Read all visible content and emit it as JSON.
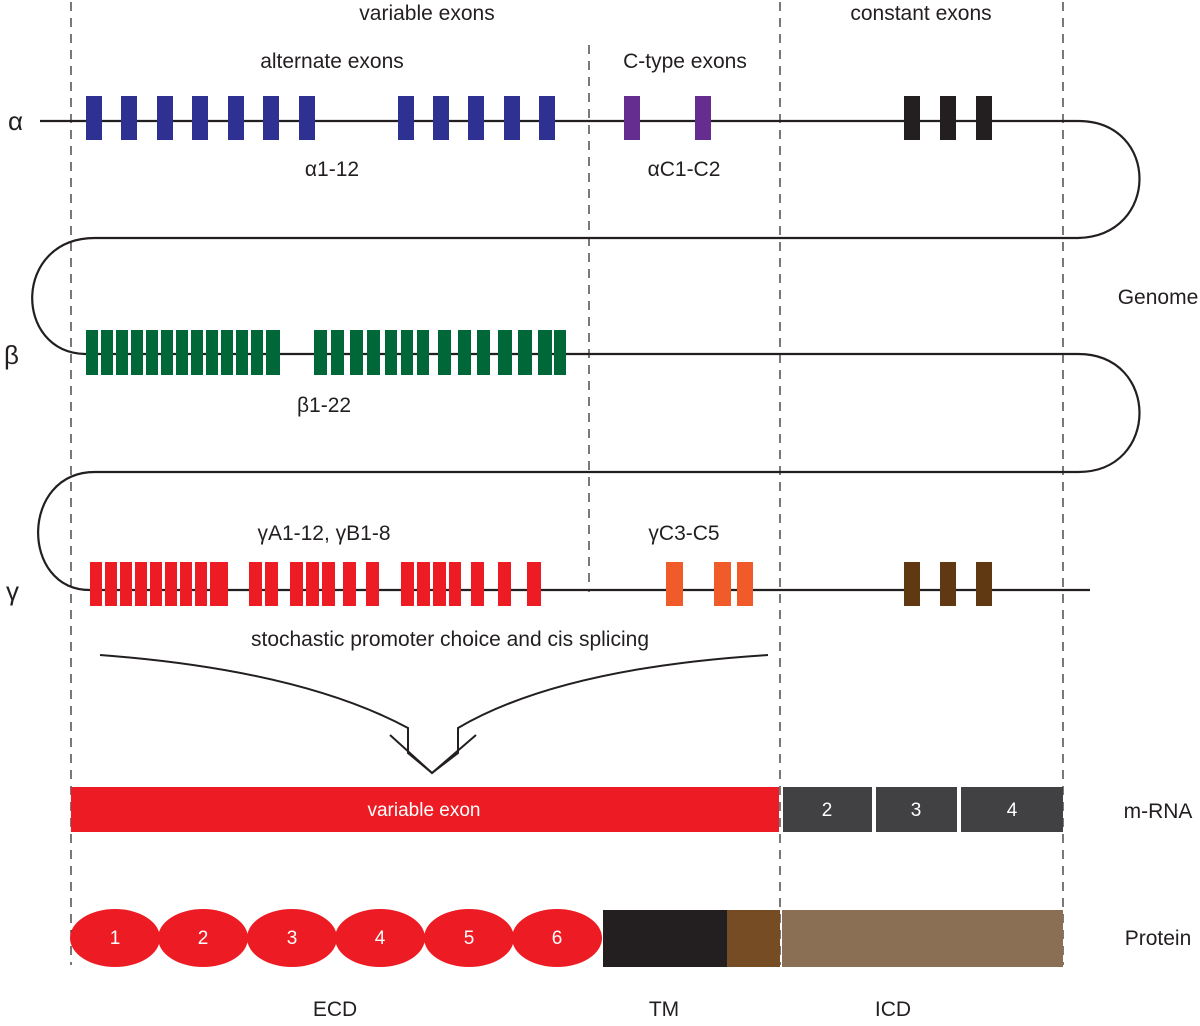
{
  "headers": {
    "variable": "variable exons",
    "constant": "constant exons",
    "alternate": "alternate exons",
    "ctype": "C-type exons"
  },
  "rows": {
    "alpha": "α",
    "beta": "β",
    "gamma": "γ"
  },
  "exon_labels": {
    "alpha_var": "α1-12",
    "alpha_c": "αC1-C2",
    "beta_var": "β1-22",
    "gamma_var": "γA1-12, γB1-8",
    "gamma_c": "γC3-C5"
  },
  "process_label": "stochastic promoter choice and cis splicing",
  "side_labels": {
    "genome": "Genome",
    "mrna": "m-RNA",
    "protein": "Protein"
  },
  "mrna": {
    "variable_label": "variable exon",
    "constant_exons": [
      "2",
      "3",
      "4"
    ]
  },
  "protein": {
    "domains": [
      "1",
      "2",
      "3",
      "4",
      "5",
      "6"
    ]
  },
  "regions": {
    "ecd": "ECD",
    "tm": "TM",
    "icd": "ICD"
  },
  "colors": {
    "alpha_variable": "#2e3192",
    "alpha_constant_c": "#662d91",
    "beta_variable": "#006838",
    "gamma_variable": "#ed1c24",
    "gamma_c": "#f15a29",
    "gamma_constant": "#603913",
    "alpha_constant": "#231f20",
    "mrna_variable": "#ed1c24",
    "mrna_constant": "#414042",
    "protein_ecd": "#ed1c24",
    "protein_tm": "#231f20",
    "protein_tm2": "#754c24",
    "protein_icd": "#8b6f55",
    "line": "#231f20"
  }
}
